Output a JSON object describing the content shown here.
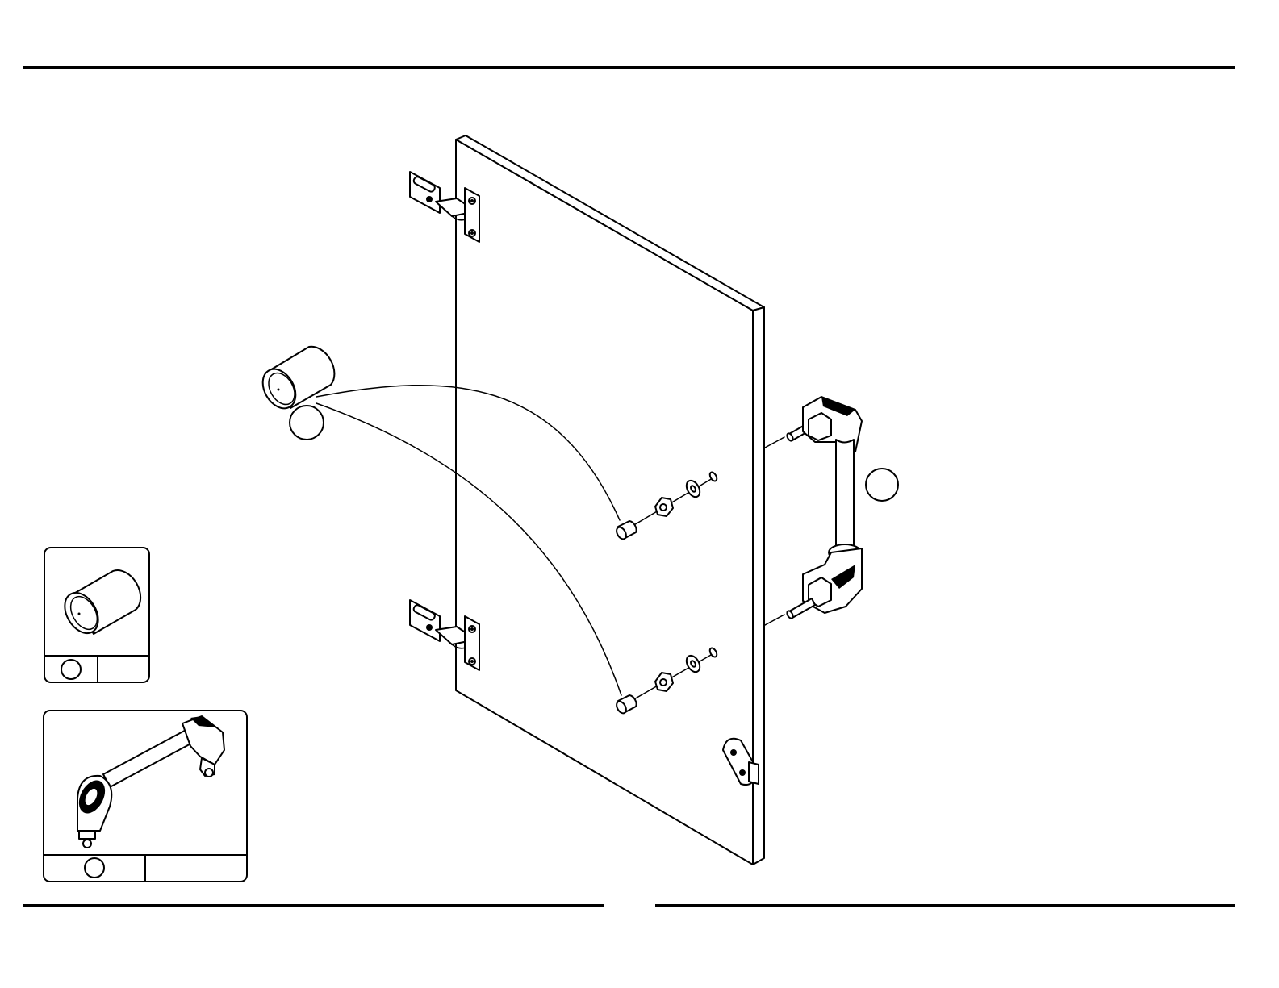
{
  "page": {
    "header_text": "",
    "footer_left_text": "",
    "footer_right_text": ""
  },
  "callouts": {
    "knob_callout": "",
    "handle_callout": ""
  },
  "parts_boxes": [
    {
      "name": "knob",
      "letter": "",
      "quantity": ""
    },
    {
      "name": "handle",
      "letter": "",
      "quantity": ""
    }
  ],
  "colors": {
    "line": "#000000",
    "background": "#ffffff"
  },
  "icons": [
    "door-panel",
    "hinge",
    "knob",
    "nut",
    "washer",
    "handle",
    "latch-plate"
  ]
}
